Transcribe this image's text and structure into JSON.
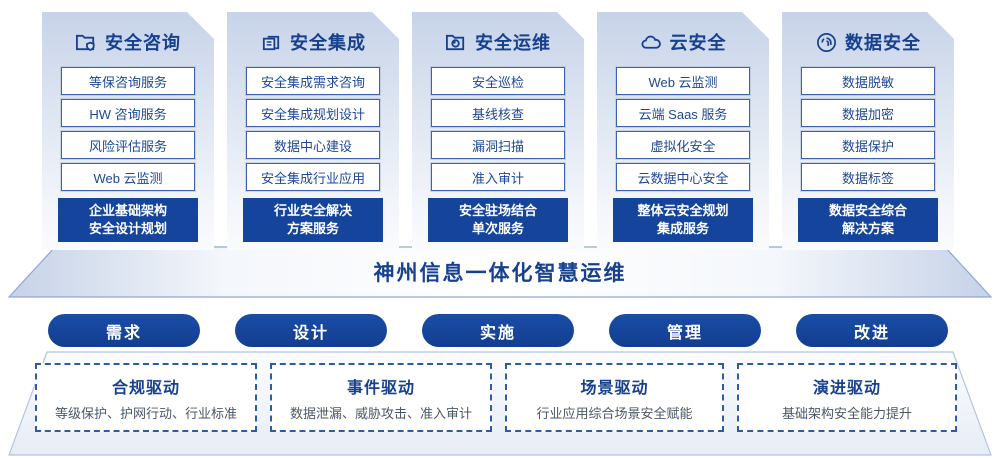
{
  "columns": [
    {
      "title": "安全咨询",
      "icon": "folder-shield-icon",
      "items": [
        "等保咨询服务",
        "HW 咨询服务",
        "风险评估服务",
        "Web 云监测"
      ],
      "footer": "企业基础架构\n安全设计规划"
    },
    {
      "title": "安全集成",
      "icon": "documents-icon",
      "items": [
        "安全集成需求咨询",
        "安全集成规划设计",
        "数据中心建设",
        "安全集成行业应用"
      ],
      "footer": "行业安全解决\n方案服务"
    },
    {
      "title": "安全运维",
      "icon": "folder-chart-icon",
      "items": [
        "安全巡检",
        "基线核查",
        "漏洞扫描",
        "准入审计"
      ],
      "footer": "安全驻场结合\n单次服务"
    },
    {
      "title": "云安全",
      "icon": "cloud-icon",
      "items": [
        "Web 云监测",
        "云端 Saas 服务",
        "虚拟化安全",
        "云数据中心安全"
      ],
      "footer": "整体云安全规划\n集成服务"
    },
    {
      "title": "数据安全",
      "icon": "fingerprint-icon",
      "items": [
        "数据脱敏",
        "数据加密",
        "数据保护",
        "数据标签"
      ],
      "footer": "数据安全综合\n解决方案"
    }
  ],
  "banner": {
    "title": "神州信息一体化智慧运维"
  },
  "process_pills": [
    "需求",
    "设计",
    "实施",
    "管理",
    "改进"
  ],
  "drivers": [
    {
      "title": "合规驱动",
      "desc": "等级保护、护网行动、行业标准"
    },
    {
      "title": "事件驱动",
      "desc": "数据泄漏、威胁攻击、准入审计"
    },
    {
      "title": "场景驱动",
      "desc": "行业应用综合场景安全赋能"
    },
    {
      "title": "演进驱动",
      "desc": "基础架构安全能力提升"
    }
  ],
  "colors": {
    "accent_dark_blue": "#14449b",
    "text_navy": "#17418f",
    "box_border_blue": "#3c64ac",
    "dashed_border_blue": "#2d5aa9",
    "card_top_tint": "#c7d3e9",
    "desc_gray": "#4a5866"
  }
}
